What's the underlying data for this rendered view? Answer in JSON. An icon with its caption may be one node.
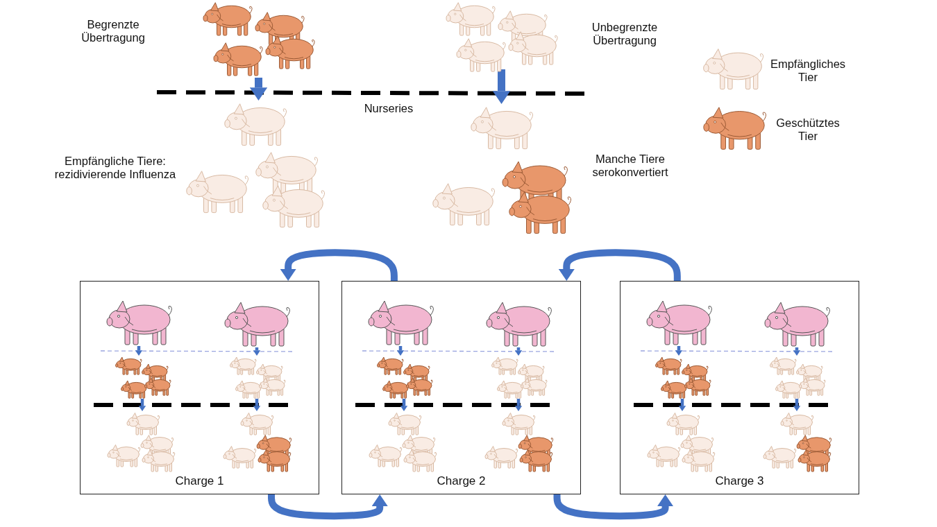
{
  "diagram": {
    "nodes": [
      {
        "text": [],
        "shape": "picture"
      },
      {
        "text": [],
        "shape": "picture"
      },
      {
        "text": [],
        "shape": "picture"
      },
      {
        "text": [],
        "shape": "picture"
      },
      {
        "text": [
          "Charge 1"
        ]
      },
      {
        "text": [],
        "shape": "picture",
        "in": 4
      },
      {
        "text": [],
        "shape": "picture",
        "in": 4
      },
      {
        "text": [],
        "shape": "picture",
        "in": 4
      },
      {
        "text": [],
        "shape": "picture",
        "in": 4
      },
      {
        "text": [],
        "shape": "picture",
        "in": 4
      },
      {
        "text": [],
        "shape": "picture",
        "in": 4
      },
      {
        "text": [
          "Charge 2"
        ]
      },
      {
        "text": [],
        "shape": "picture",
        "in": 11
      },
      {
        "text": [],
        "shape": "picture",
        "in": 11
      },
      {
        "text": [],
        "shape": "picture",
        "in": 11
      },
      {
        "text": [],
        "shape": "picture",
        "in": 11
      },
      {
        "text": [],
        "shape": "picture",
        "in": 11
      },
      {
        "text": [],
        "shape": "picture",
        "in": 11
      },
      {
        "text": [
          "Charge 3"
        ]
      },
      {
        "text": [],
        "shape": "picture",
        "in": 18
      },
      {
        "text": [],
        "shape": "picture",
        "in": 18
      },
      {
        "text": [],
        "shape": "picture",
        "in": 18
      },
      {
        "text": [],
        "shape": "picture",
        "in": 18
      },
      {
        "text": [],
        "shape": "picture",
        "in": 18
      },
      {
        "text": [],
        "shape": "picture",
        "in": 18
      }
    ],
    "edges": [
      {
        "from": 0,
        "to": 2,
        "arrow": "to",
        "style": "thick"
      },
      {
        "from": 1,
        "to": 3,
        "arrow": "to",
        "style": "thick"
      },
      {
        "from": 5,
        "to": 7,
        "arrow": "to"
      },
      {
        "from": 6,
        "to": 8,
        "arrow": "to"
      },
      {
        "from": 7,
        "to": 9,
        "arrow": "to"
      },
      {
        "from": 8,
        "to": 10,
        "arrow": "to"
      },
      {
        "from": 12,
        "to": 14,
        "arrow": "to"
      },
      {
        "from": 13,
        "to": 15,
        "arrow": "to"
      },
      {
        "from": 14,
        "to": 16,
        "arrow": "to"
      },
      {
        "from": 15,
        "to": 17,
        "arrow": "to"
      },
      {
        "from": 19,
        "to": 21,
        "arrow": "to"
      },
      {
        "from": 20,
        "to": 22,
        "arrow": "to"
      },
      {
        "from": 21,
        "to": 23,
        "arrow": "to"
      },
      {
        "from": 22,
        "to": 24,
        "arrow": "to"
      },
      {
        "from": 4,
        "to": 11,
        "arrow": "to",
        "style": "thick"
      },
      {
        "from": 11,
        "to": 4,
        "arrow": "to",
        "style": "thick"
      },
      {
        "from": 11,
        "to": 18,
        "arrow": "to",
        "style": "thick"
      },
      {
        "from": 18,
        "to": 11,
        "arrow": "to",
        "style": "thick"
      }
    ],
    "labels": [
      "Begrenzte Übertragung",
      "Unbegrenzte Übertragung",
      "Nurseries",
      "Empfängliche Tiere: rezidivierende Influenza",
      "Manche Tiere serokonvertiert"
    ],
    "legend": [
      {
        "text": "Empfängliches Tier"
      },
      {
        "text": "Geschütztes Tier"
      }
    ]
  }
}
